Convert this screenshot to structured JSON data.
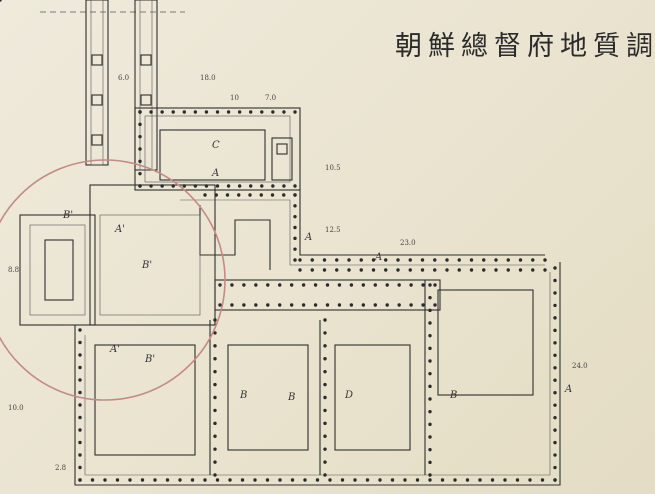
{
  "title": "朝鮮總督府地質調査",
  "room_labels": {
    "A_top": "A",
    "A_mid": "A",
    "A_right_top": "A",
    "A_right": "A",
    "C": "C",
    "B_left": "B",
    "B_mid": "B",
    "D": "D",
    "B_right": "B",
    "A_prime_1": "A'",
    "A_prime_2": "A'",
    "B_prime_1": "B'",
    "B_prime_2": "B'",
    "B_prime_3": "B'"
  },
  "dimensions": {
    "d_top1": "6.0",
    "d_top2": "18.0",
    "d_top3": "10",
    "d_top4": "7.0",
    "d_v1": "10.5",
    "d_v2": "12.5",
    "d_h1": "23.0",
    "d_right": "24.0",
    "d_left1": "8.8",
    "d_left2": "10.0",
    "d_left3": "2.8"
  },
  "colors": {
    "paper": "#ece6d3",
    "ink": "#2f2f2f",
    "circle": "#c48a86"
  }
}
